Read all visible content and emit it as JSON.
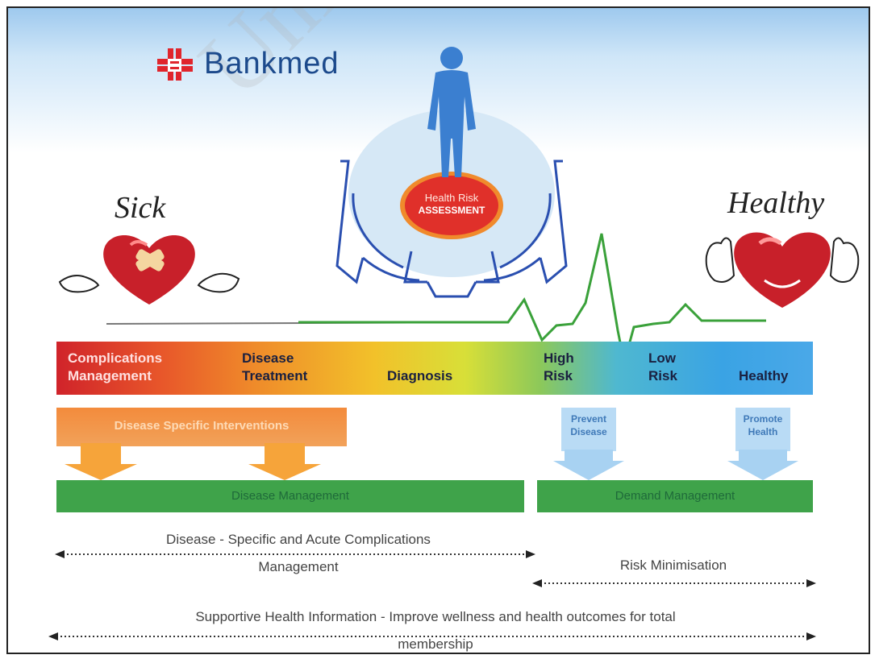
{
  "logo": {
    "text": "Bankmed"
  },
  "watermark": "University",
  "center": {
    "hra_line1": "Health Risk",
    "hra_line2": "ASSESSMENT"
  },
  "ends": {
    "left": "Sick",
    "right": "Healthy"
  },
  "spectrum": {
    "stages": [
      {
        "line1": "Complications",
        "line2": "Management"
      },
      {
        "line1": "Disease",
        "line2": "Treatment"
      },
      {
        "line1": "",
        "line2": "Diagnosis"
      },
      {
        "line1": "High",
        "line2": "Risk"
      },
      {
        "line1": "Low",
        "line2": "Risk"
      },
      {
        "line1": "",
        "line2": "Healthy"
      }
    ]
  },
  "interventions": {
    "disease_specific": "Disease  Specific Interventions",
    "prevent": {
      "line1": "Prevent",
      "line2": "Disease"
    },
    "promote": {
      "line1": "Promote",
      "line2": "Health"
    }
  },
  "management": {
    "disease": "Disease Management",
    "demand": "Demand Management"
  },
  "ranges": {
    "disease_line1": "Disease - Specific and Acute Complications",
    "disease_line2": "Management",
    "risk": "Risk Minimisation",
    "support_line1": "Supportive Health Information - Improve wellness and health outcomes for total",
    "support_line2": "membership"
  },
  "colors": {
    "brand_red": "#e0252c",
    "brand_blue": "#1c4a8c",
    "ecg_green": "#3aa13a",
    "gear_blue": "#2a4fb0"
  }
}
